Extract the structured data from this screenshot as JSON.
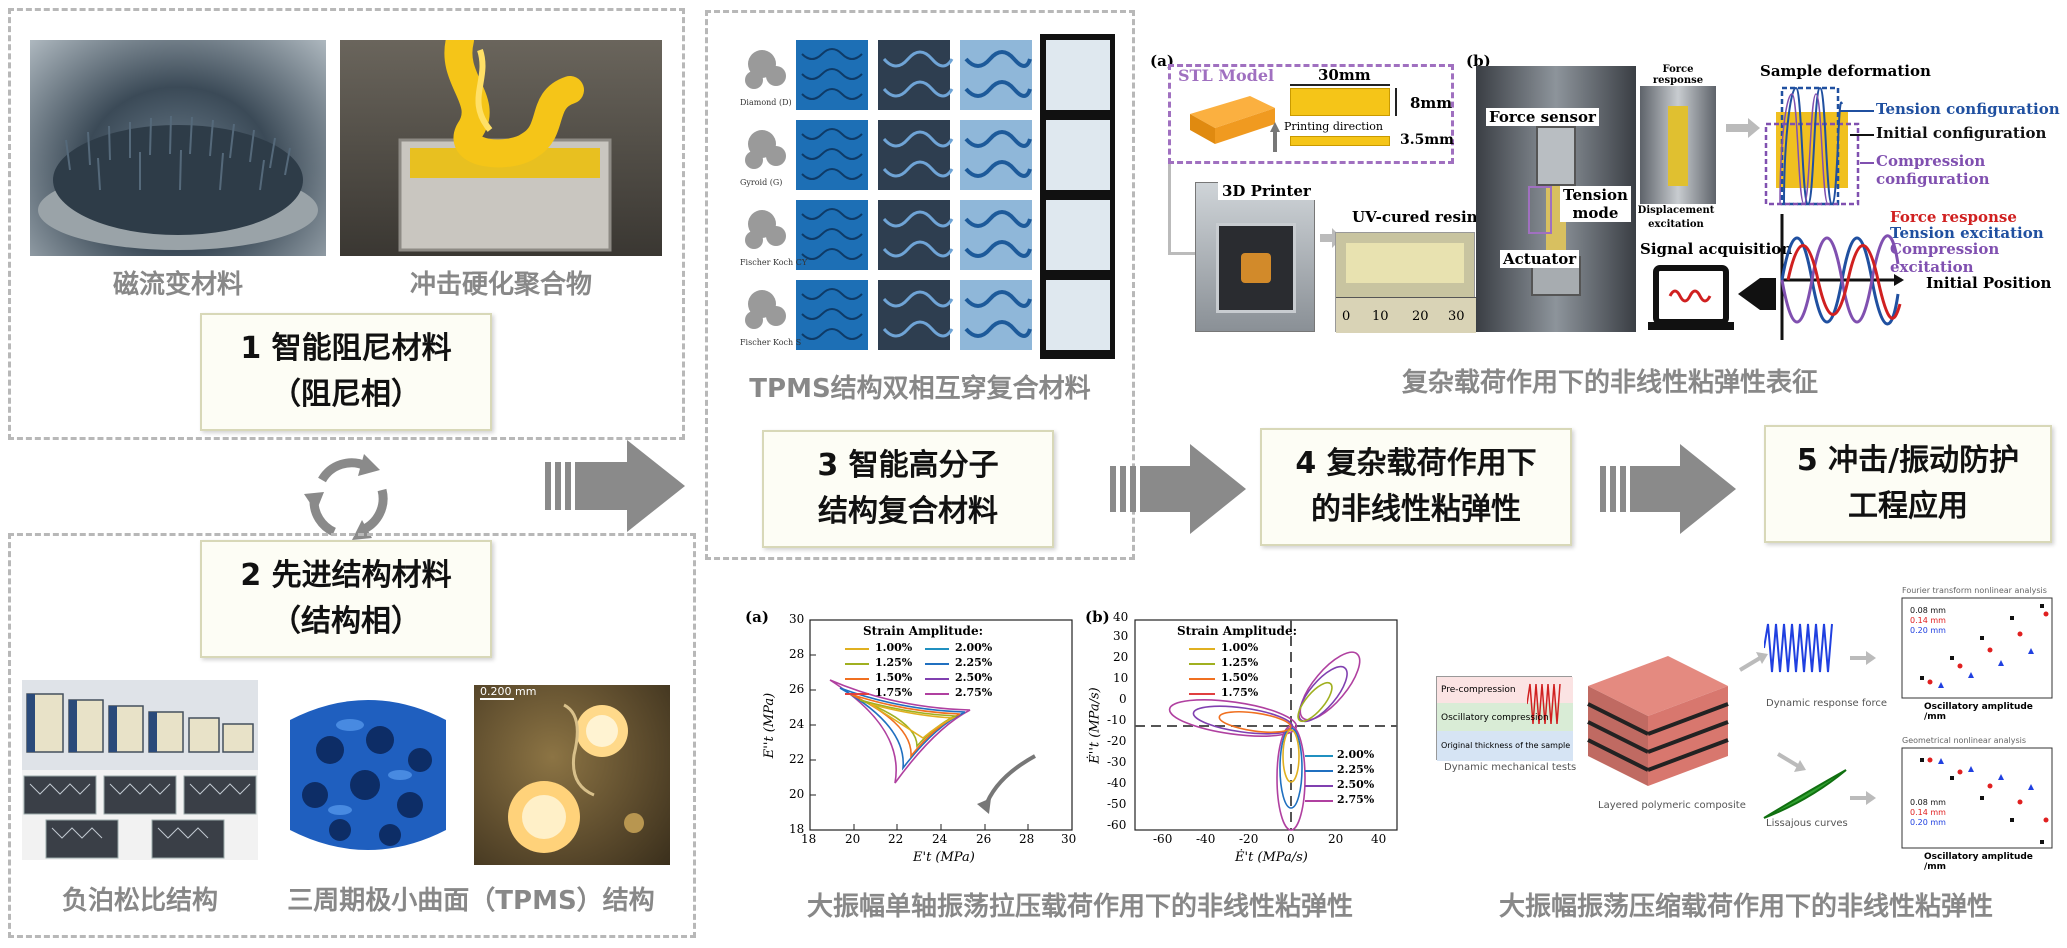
{
  "panel1": {
    "caption_left": "磁流变材料",
    "caption_right": "冲击硬化聚合物",
    "title_line1": "1 智能阻尼材料",
    "title_line2": "（阻尼相）"
  },
  "panel2": {
    "title_line1": "2 先进结构材料",
    "title_line2": "（结构相）",
    "caption_left": "负泊松比结构",
    "caption_right": "三周期极小曲面（TPMS）结构",
    "scale_label": "0.200 mm"
  },
  "panel3": {
    "caption": "TPMS结构双相互穿复合材料",
    "title_line1": "3 智能高分子",
    "title_line2": "结构复合材料",
    "row_labels": [
      "Diamond (D)",
      "Gyroid (G)",
      "Fischer Koch CY",
      "Fischer Koch S"
    ]
  },
  "panel4": {
    "title_line1": "4 复杂载荷作用下",
    "title_line2": "的非线性粘弹性",
    "caption_top": "复杂载荷作用下的非线性粘弹性表征",
    "caption_bottom_left": "大振幅单轴振荡拉压载荷作用下的非线性粘弹性",
    "caption_bottom_right": "大振幅振荡压缩载荷作用下的非线性粘弹性"
  },
  "panel5": {
    "title_line1": "5 冲击/振动防护",
    "title_line2": "工程应用"
  },
  "setup": {
    "label_a": "(a)",
    "label_b": "(b)",
    "stl_model": "STL Model",
    "dim_30": "30mm",
    "dim_8": "8mm",
    "dim_35": "3.5mm",
    "printing_direction": "Printing direction",
    "printer": "3D Printer",
    "resin": "UV-cured resin",
    "force_sensor": "Force sensor",
    "tension_mode_1": "Tension",
    "tension_mode_2": "mode",
    "actuator": "Actuator",
    "force_response": "Force response",
    "displacement_excitation": "Displacement excitation",
    "signal_acquisition": "Signal acquisition",
    "sample_deformation": "Sample deformation",
    "tension_config": "Tension configuration",
    "initial_config": "Initial configuration",
    "compression_config": "Compression configuration",
    "legend_force": "Force response",
    "legend_tension": "Tension excitation",
    "legend_compression": "Compression excitation",
    "initial_position": "Initial Position",
    "ruler_ticks": [
      "0",
      "10",
      "20",
      "30"
    ]
  },
  "plots": {
    "label_a": "(a)",
    "label_b": "(b)",
    "legend_title": "Strain Amplitude:",
    "legend_entries": [
      "1.00%",
      "1.25%",
      "1.50%",
      "1.75%",
      "2.00%",
      "2.25%",
      "2.50%",
      "2.75%"
    ],
    "a_xlabel": "E't (MPa)",
    "a_ylabel": "E''t (MPa)",
    "a_xticks": [
      "18",
      "20",
      "22",
      "24",
      "26",
      "28",
      "30"
    ],
    "a_yticks": [
      "18",
      "20",
      "22",
      "24",
      "26",
      "28",
      "30"
    ],
    "b_xlabel": "Ė't (MPa/s)",
    "b_ylabel": "Ė''t (MPa/s)",
    "b_xticks": [
      "-60",
      "-40",
      "-20",
      "0",
      "20",
      "40"
    ],
    "b_yticks": [
      "-60",
      "-50",
      "-40",
      "-30",
      "-20",
      "-10",
      "0",
      "10",
      "20",
      "30",
      "40"
    ]
  },
  "layered": {
    "pre_compression": "Pre-compression",
    "oscillatory_compression": "Oscillatory compression",
    "original_thickness": "Original thickness of the sample",
    "dynamic_tests": "Dynamic mechanical tests",
    "layered_composite": "Layered polymeric composite",
    "dynamic_response": "Dynamic response force",
    "lissajous": "Lissajous curves",
    "fourier_title": "Fourier transform nonlinear analysis",
    "geometric_title": "Geometrical nonlinear analysis",
    "osc_amp": "Oscillatory amplitude /mm",
    "legend": [
      "0.08 mm",
      "0.14 mm",
      "0.20 mm"
    ]
  },
  "colors": {
    "arrow": "#8a8a8a",
    "stl_border": "#a070c0",
    "tension_blue": "#2050a0",
    "compression_purple": "#8050b0",
    "force_red": "#d02020",
    "sample_yellow": "#f0c020",
    "pad_blue": "#2a6db5"
  }
}
